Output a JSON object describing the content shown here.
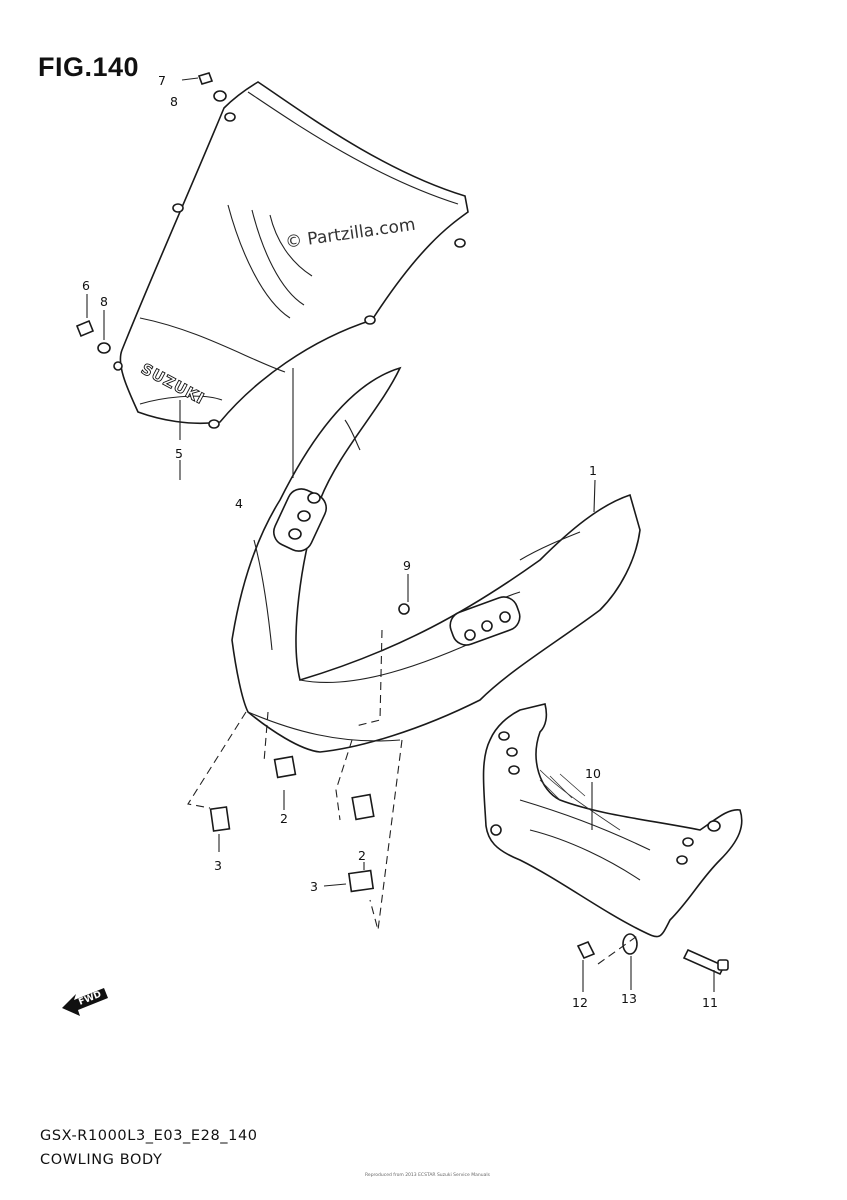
{
  "figure": {
    "title": "FIG.140",
    "watermark": "© Partzilla.com",
    "model_code": "GSX-R1000L3_E03_E28_140",
    "section_name": "COWLING BODY",
    "copyright_line": "Reproduced from 2013 ECSTAR Suzuki Service Manuals",
    "windscreen_brand": "SUZUKI",
    "fwd_label": "FWD"
  },
  "callouts": [
    {
      "id": "c7",
      "label": "7"
    },
    {
      "id": "c8a",
      "label": "8"
    },
    {
      "id": "c6",
      "label": "6"
    },
    {
      "id": "c8b",
      "label": "8"
    },
    {
      "id": "c5",
      "label": "5"
    },
    {
      "id": "c4",
      "label": "4"
    },
    {
      "id": "c1",
      "label": "1"
    },
    {
      "id": "c9",
      "label": "9"
    },
    {
      "id": "c10",
      "label": "10"
    },
    {
      "id": "c2a",
      "label": "2"
    },
    {
      "id": "c3a",
      "label": "3"
    },
    {
      "id": "c2b",
      "label": "2"
    },
    {
      "id": "c3b",
      "label": "3"
    },
    {
      "id": "c12",
      "label": "12"
    },
    {
      "id": "c13",
      "label": "13"
    },
    {
      "id": "c11",
      "label": "11"
    }
  ]
}
